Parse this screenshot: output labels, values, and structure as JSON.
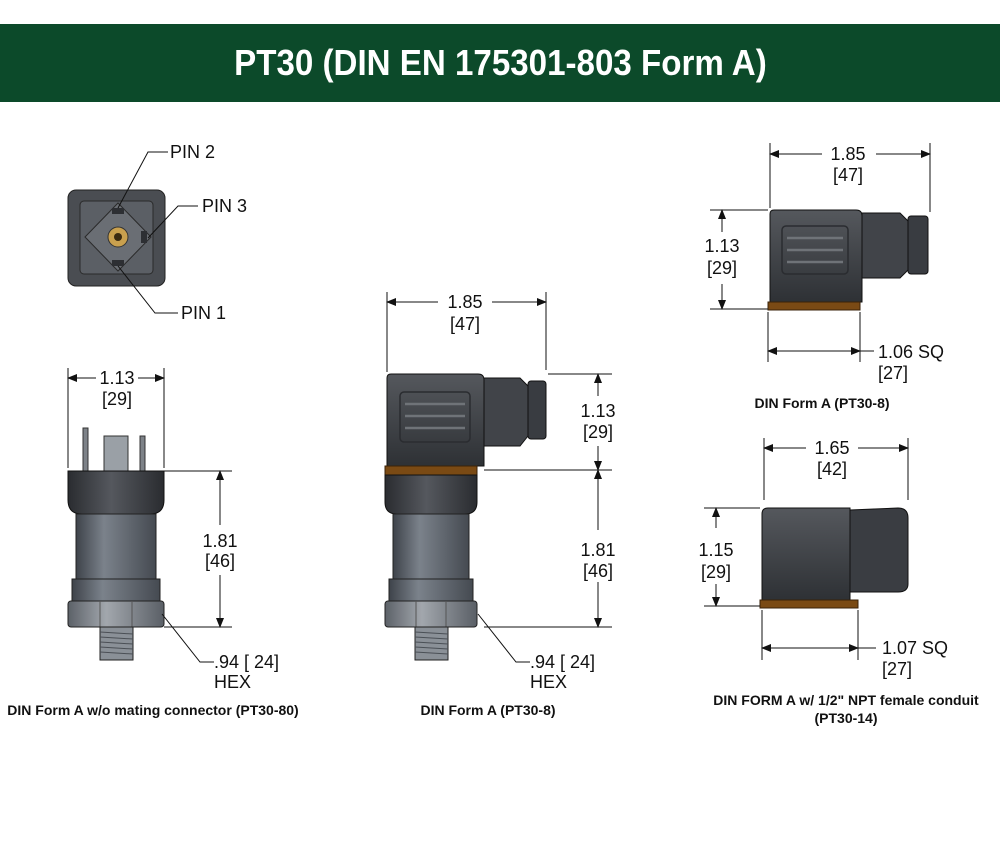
{
  "title": "PT30 (DIN EN 175301-803 Form A)",
  "colors": {
    "banner": "#0c4a2a",
    "body_gray": "#5a6068",
    "connector": "#3c3f44",
    "seal": "#7a4a14"
  },
  "pin_view": {
    "pin2": "PIN 2",
    "pin3": "PIN 3",
    "pin1": "PIN 1"
  },
  "view1": {
    "width_in": "1.13",
    "width_mm": "[29]",
    "height_in": "1.81",
    "height_mm": "[46]",
    "hex_size": ".94 [ 24]",
    "hex_label": "HEX",
    "caption": "DIN Form A w/o mating connector (PT30-80)"
  },
  "view2": {
    "width_in": "1.85",
    "width_mm": "[47]",
    "conn_height_in": "1.13",
    "conn_height_mm": "[29]",
    "body_height_in": "1.81",
    "body_height_mm": "[46]",
    "hex_size": ".94 [ 24]",
    "hex_label": "HEX",
    "caption": "DIN Form A (PT30-8)"
  },
  "view3": {
    "width_in": "1.85",
    "width_mm": "[47]",
    "height_in": "1.13",
    "height_mm": "[29]",
    "square_in": "1.06 SQ",
    "square_mm": "[27]",
    "caption": "DIN Form A (PT30-8)"
  },
  "view4": {
    "width_in": "1.65",
    "width_mm": "[42]",
    "height_in": "1.15",
    "height_mm": "[29]",
    "square_in": "1.07 SQ",
    "square_mm": "[27]",
    "caption_line1": "DIN FORM A w/ 1/2\" NPT female conduit",
    "caption_line2": "(PT30-14)"
  }
}
